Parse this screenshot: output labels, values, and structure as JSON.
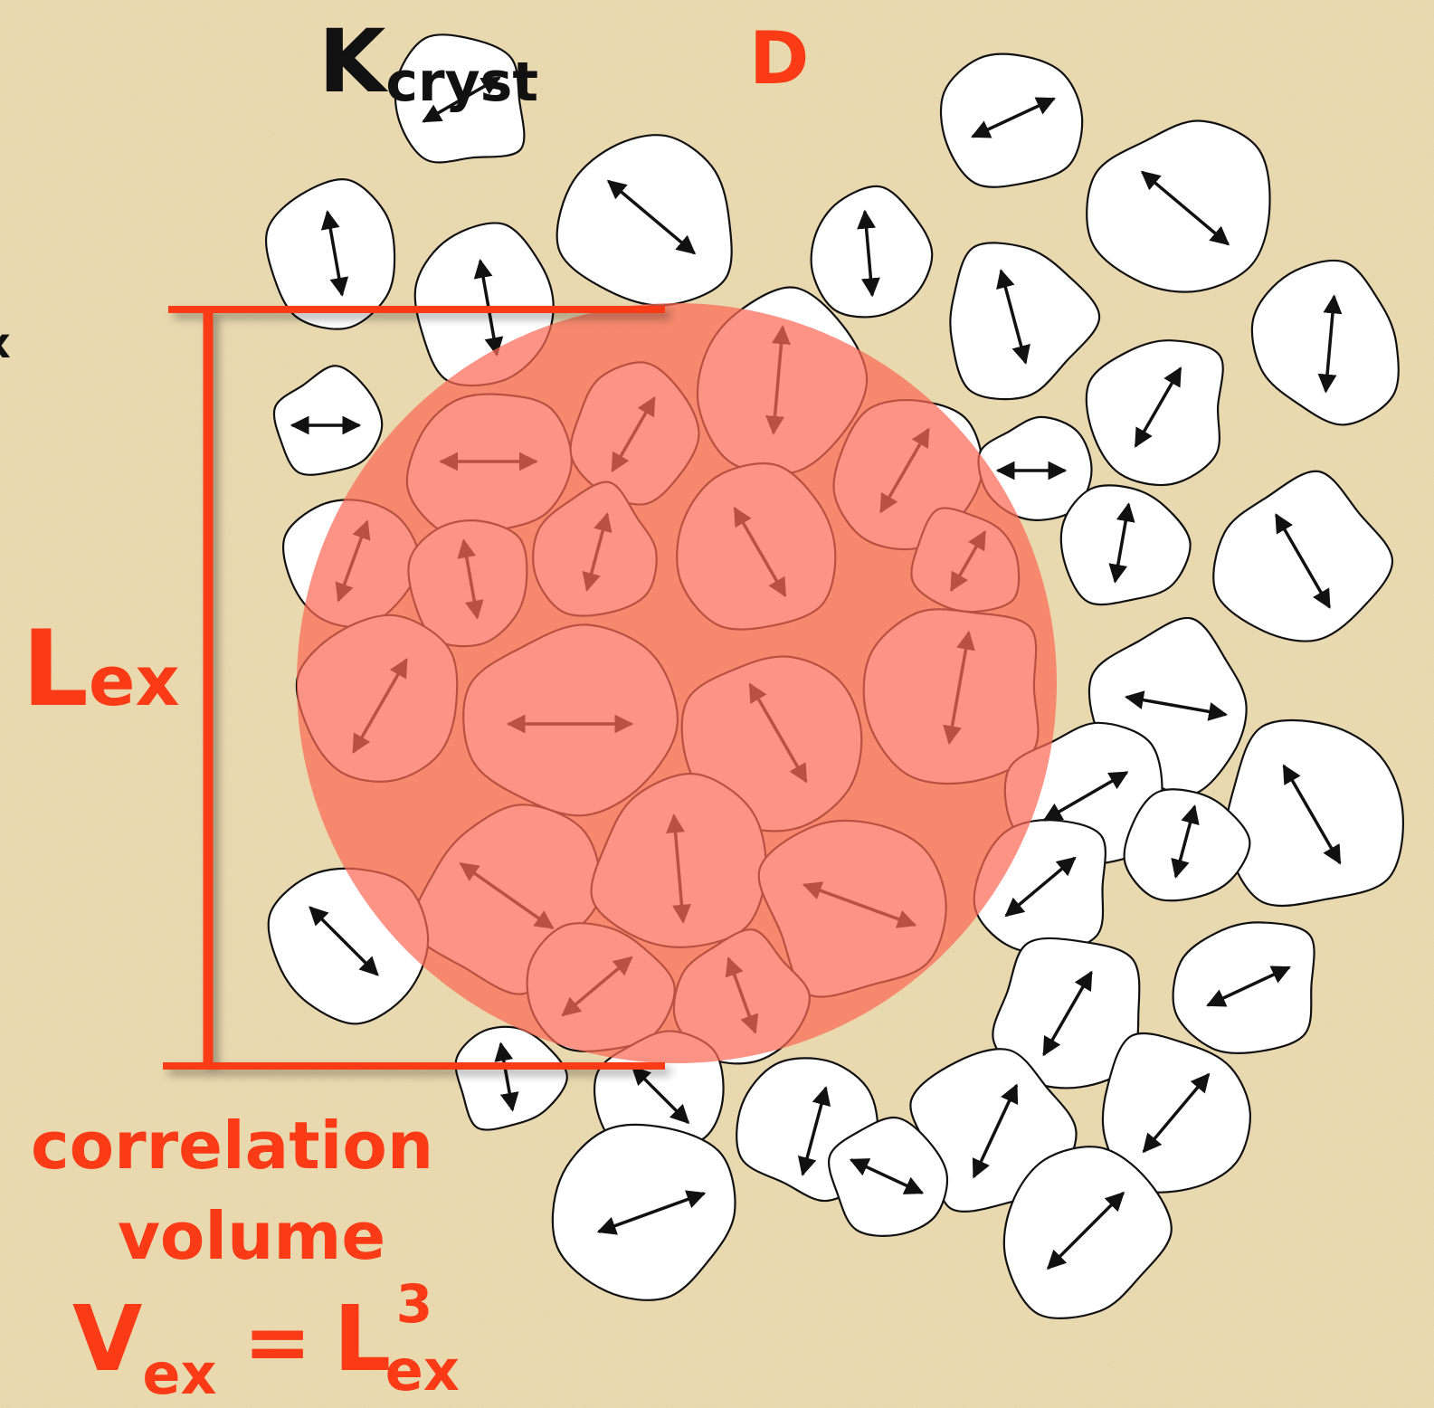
{
  "labels": {
    "k_main": "K",
    "k_sub": "cryst",
    "d": "D",
    "left_fragment": "x",
    "lex_main": "L",
    "lex_sub": "ex",
    "caption_line1": "correlation",
    "caption_line2": "volume",
    "formula": {
      "v": "V",
      "v_sub": "ex",
      "equals": "=",
      "l": "L",
      "l_sup": "3",
      "l_sub": "ex"
    }
  },
  "colors": {
    "background": "#ecdcb2",
    "grain_fill": "#ffffff",
    "grain_stroke": "#111111",
    "accent_red": "#fb3a16",
    "circle_fill": "#fb6a55"
  },
  "icons": {
    "grain_arrow": "double-headed-arrow"
  }
}
